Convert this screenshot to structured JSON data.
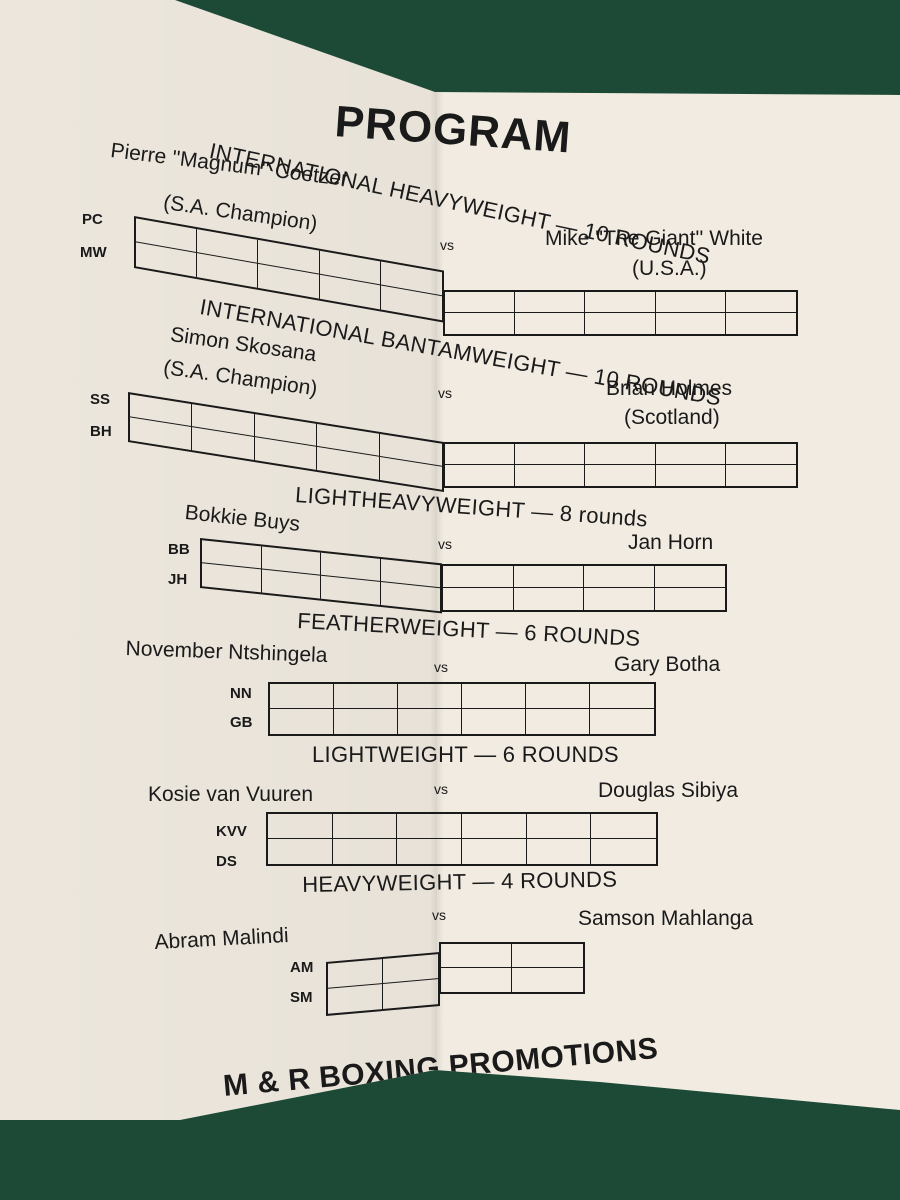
{
  "title": "PROGRAM",
  "bouts": [
    {
      "heading": "INTERNATIONAL HEAVYWEIGHT — 10 ROUNDS",
      "fighter1": "Pierre ''Magnum'' Coetzer",
      "fighter1_note": "(S.A. Champion)",
      "vs": "vs",
      "fighter2": "Mike ''The Giant'' White",
      "fighter2_note": "(U.S.A.)",
      "initials": [
        "PC",
        "MW"
      ],
      "rounds": 10
    },
    {
      "heading": "INTERNATIONAL BANTAMWEIGHT — 10 ROUNDS",
      "fighter1": "Simon Skosana",
      "fighter1_note": "(S.A. Champion)",
      "vs": "vs",
      "fighter2": "Brian Holmes",
      "fighter2_note": "(Scotland)",
      "initials": [
        "SS",
        "BH"
      ],
      "rounds": 10
    },
    {
      "heading": "LIGHTHEAVYWEIGHT — 8 rounds",
      "fighter1": "Bokkie Buys",
      "vs": "vs",
      "fighter2": "Jan Horn",
      "initials": [
        "BB",
        "JH"
      ],
      "rounds": 8
    },
    {
      "heading": "FEATHERWEIGHT — 6 ROUNDS",
      "fighter1": "November Ntshingela",
      "vs": "vs",
      "fighter2": "Gary Botha",
      "initials": [
        "NN",
        "GB"
      ],
      "rounds": 6
    },
    {
      "heading": "LIGHTWEIGHT — 6 ROUNDS",
      "fighter1": "Kosie van Vuuren",
      "vs": "vs",
      "fighter2": "Douglas Sibiya",
      "initials": [
        "KVV",
        "DS"
      ],
      "rounds": 6
    },
    {
      "heading": "HEAVYWEIGHT — 4 ROUNDS",
      "fighter1": "Abram Malindi",
      "vs": "vs",
      "fighter2": "Samson Mahlanga",
      "initials": [
        "AM",
        "SM"
      ],
      "rounds": 4
    }
  ],
  "footer": "M & R BOXING PROMOTIONS",
  "colors": {
    "paper": "#f1ebe1",
    "ink": "#1a1a1a",
    "background": "#1d4a37"
  }
}
